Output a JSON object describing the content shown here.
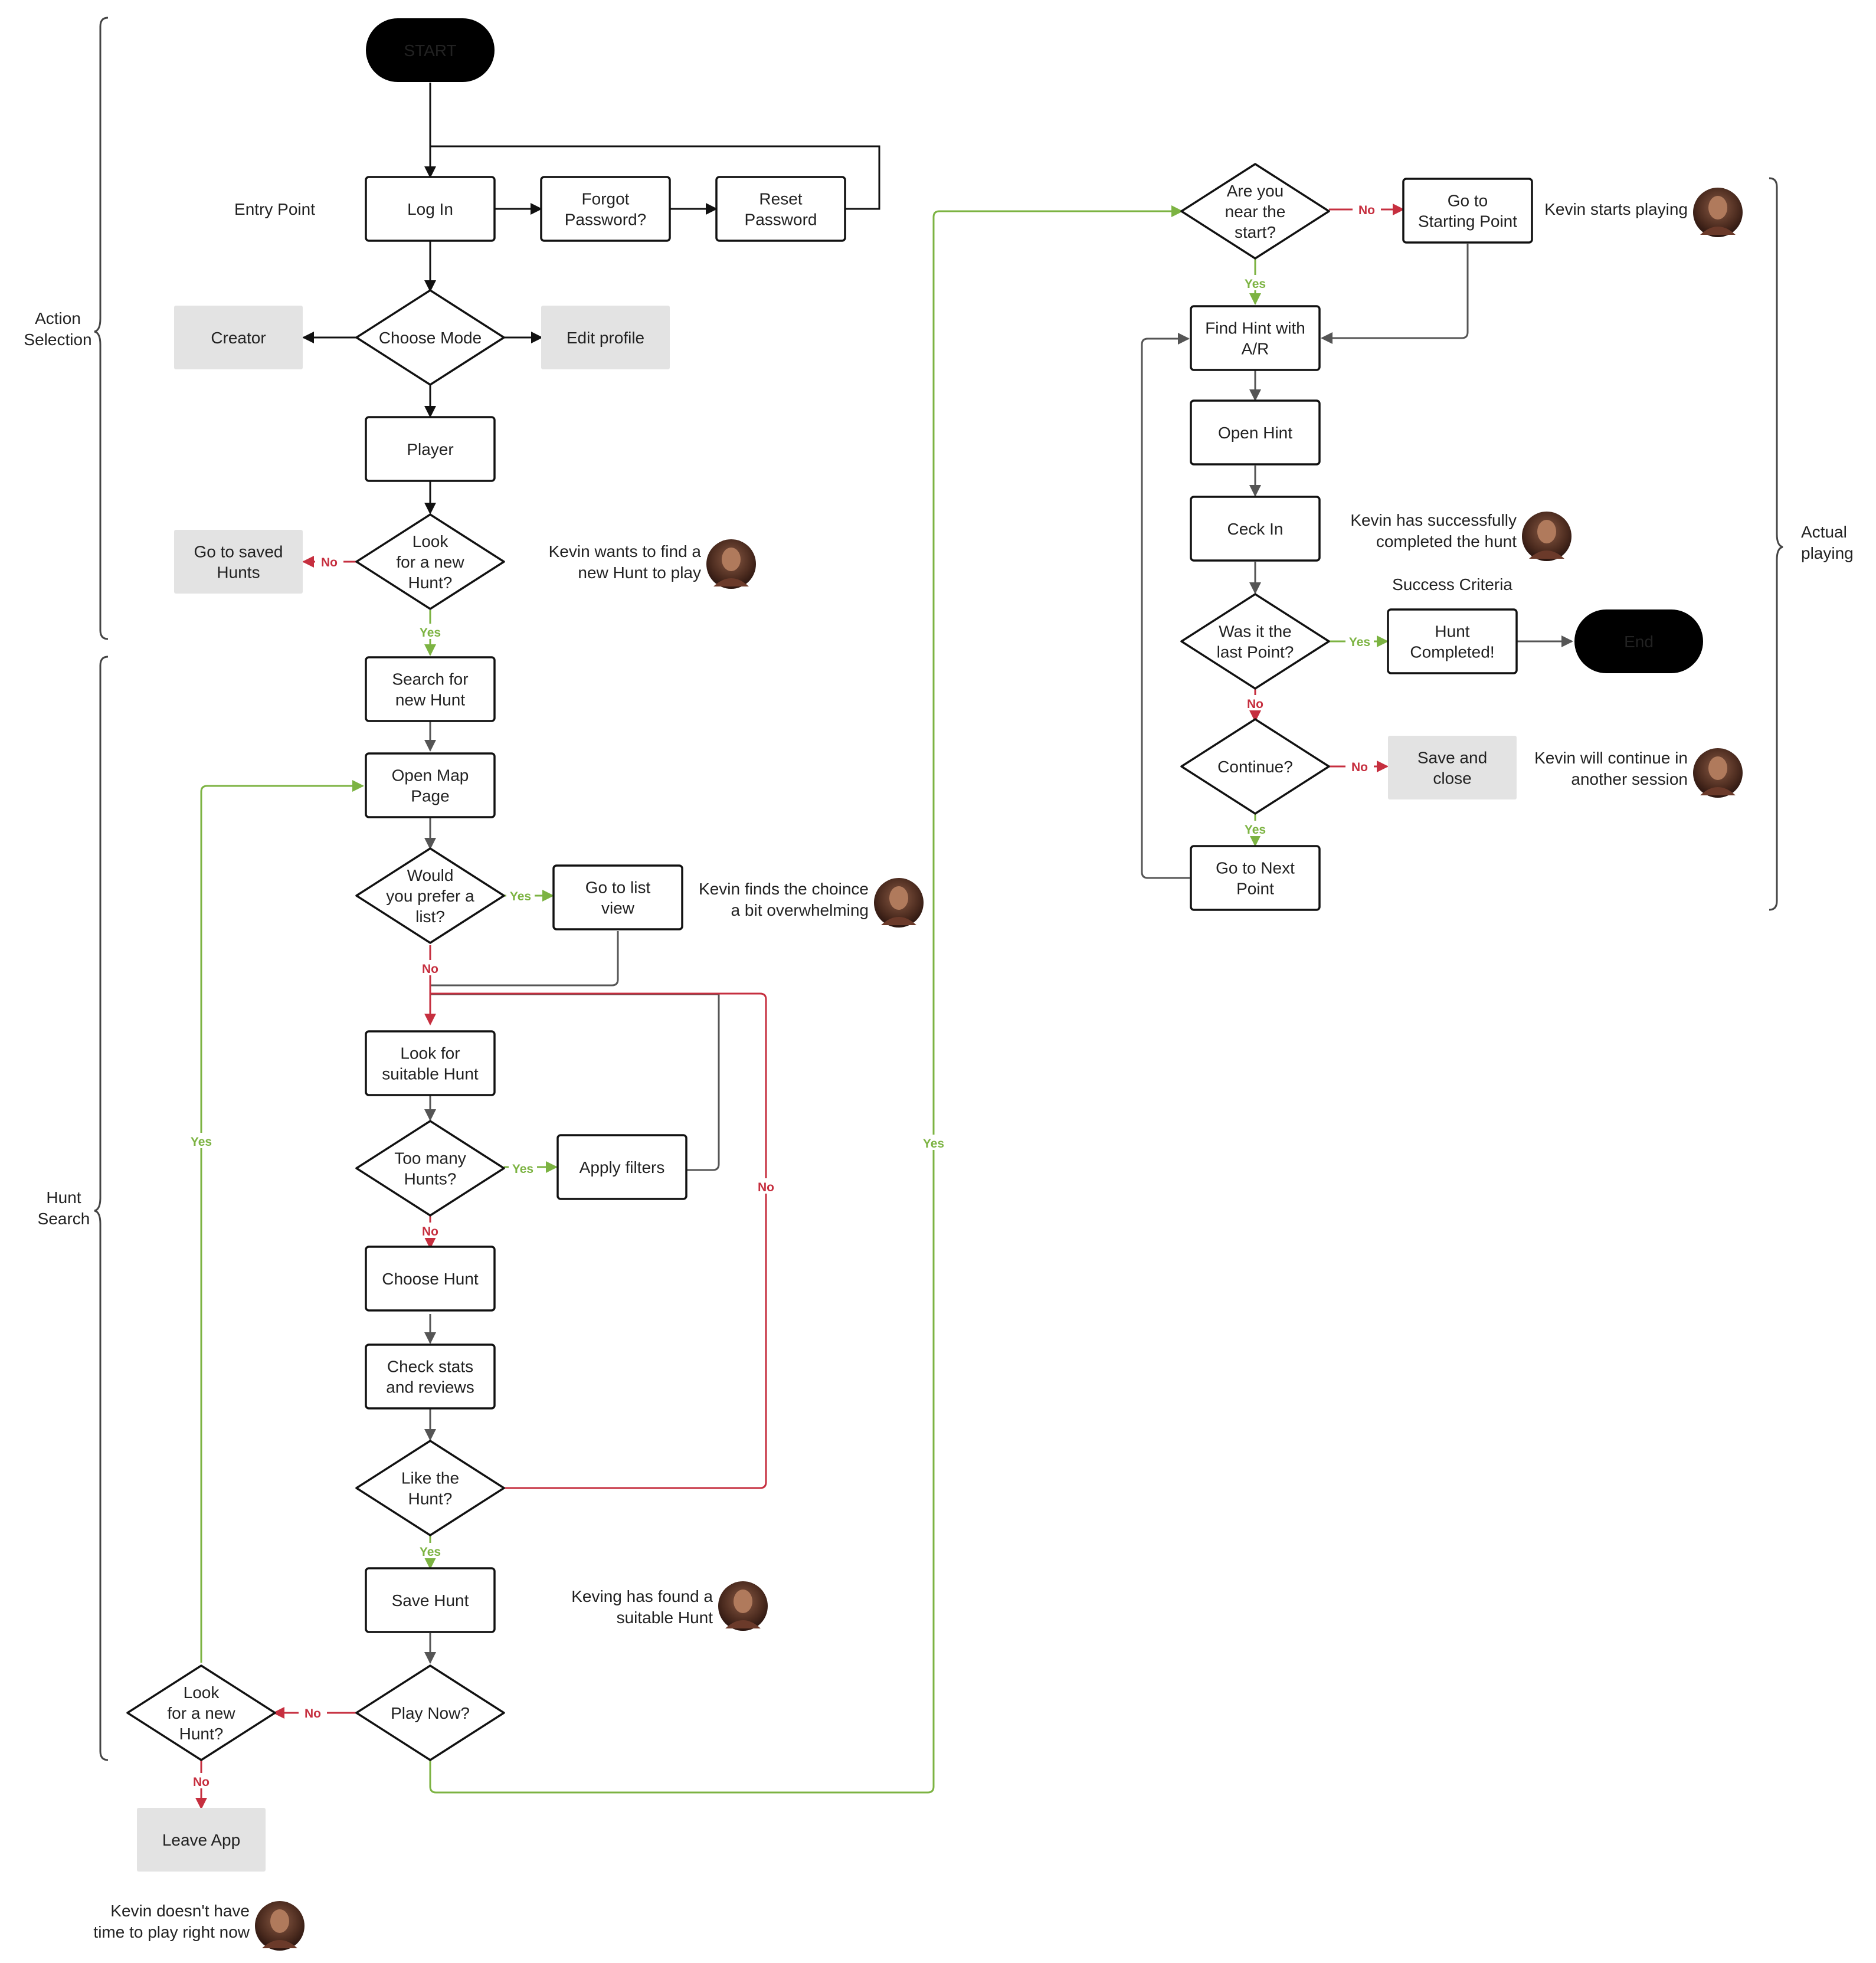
{
  "colors": {
    "yes": "#7cb342",
    "no": "#c62f3f",
    "neutral": "#555555",
    "box_fill": "#ffffff",
    "grey_fill": "#e3e3e3",
    "terminal_fill": "#000000"
  },
  "annotations": {
    "entry_point": "Entry Point",
    "success_criteria": "Success Criteria",
    "kevin_find_hunt": [
      "Kevin wants to find a",
      "new Hunt to play"
    ],
    "kevin_overwhelmed": [
      "Kevin finds the choince",
      "a bit overwhelming"
    ],
    "kevin_found": [
      "Keving has found a",
      "suitable Hunt"
    ],
    "kevin_no_time": [
      "Kevin doesn't have",
      "time to play right now"
    ],
    "kevin_starts": [
      "Kevin starts playing"
    ],
    "kevin_completed": [
      "Kevin has successfully",
      "completed the hunt"
    ],
    "kevin_continue": [
      "Kevin will continue in",
      "another session"
    ]
  },
  "sections": {
    "action_selection": [
      "Action",
      "Selection"
    ],
    "hunt_search": [
      "Hunt",
      "Search"
    ],
    "actual_playing": [
      "Actual",
      "playing"
    ]
  },
  "nodes": {
    "start": [
      "START"
    ],
    "login": [
      "Log In"
    ],
    "forgot": [
      "Forgot",
      "Password?"
    ],
    "reset": [
      "Reset",
      "Password"
    ],
    "choose_mode": [
      "Choose Mode"
    ],
    "creator": [
      "Creator"
    ],
    "edit_profile": [
      "Edit profile"
    ],
    "player": [
      "Player"
    ],
    "look_new_1": [
      "Look",
      "for a new",
      "Hunt?"
    ],
    "saved_hunts": [
      "Go to saved",
      "Hunts"
    ],
    "search_new": [
      "Search for",
      "new Hunt"
    ],
    "open_map": [
      "Open Map",
      "Page"
    ],
    "prefer_list": [
      "Would",
      "you prefer a",
      "list?"
    ],
    "list_view": [
      "Go to list",
      "view"
    ],
    "look_suitable": [
      "Look for",
      "suitable Hunt"
    ],
    "too_many": [
      "Too many",
      "Hunts?"
    ],
    "apply_filters": [
      "Apply filters"
    ],
    "choose_hunt": [
      "Choose Hunt"
    ],
    "check_stats": [
      "Check stats",
      "and reviews"
    ],
    "like_hunt": [
      "Like the",
      "Hunt?"
    ],
    "save_hunt": [
      "Save Hunt"
    ],
    "play_now": [
      "Play Now?"
    ],
    "look_new_2": [
      "Look",
      "for a new",
      "Hunt?"
    ],
    "leave_app": [
      "Leave App"
    ],
    "near_start": [
      "Are you",
      "near the",
      "start?"
    ],
    "go_start": [
      "Go to",
      "Starting Point"
    ],
    "find_hint": [
      "Find Hint with",
      "A/R"
    ],
    "open_hint": [
      "Open Hint"
    ],
    "check_in": [
      "Ceck In"
    ],
    "last_point": [
      "Was it the",
      "last Point?"
    ],
    "hunt_completed": [
      "Hunt",
      "Completed!"
    ],
    "end": [
      "End"
    ],
    "continue": [
      "Continue?"
    ],
    "save_close": [
      "Save and",
      "close"
    ],
    "next_point": [
      "Go to Next",
      "Point"
    ]
  },
  "edge_labels": {
    "no1": "No",
    "yes1": "Yes",
    "yes_list": "Yes",
    "no_list": "No",
    "yes_filter": "Yes",
    "no_filter": "No",
    "no_like": "No",
    "yes_like": "Yes",
    "no_play": "No",
    "yes_play": "Yes",
    "yes_loop": "Yes",
    "no_leave": "No",
    "no_near": "No",
    "yes_near": "Yes",
    "yes_last": "Yes",
    "no_last": "No",
    "no_cont": "No",
    "yes_cont": "Yes"
  }
}
